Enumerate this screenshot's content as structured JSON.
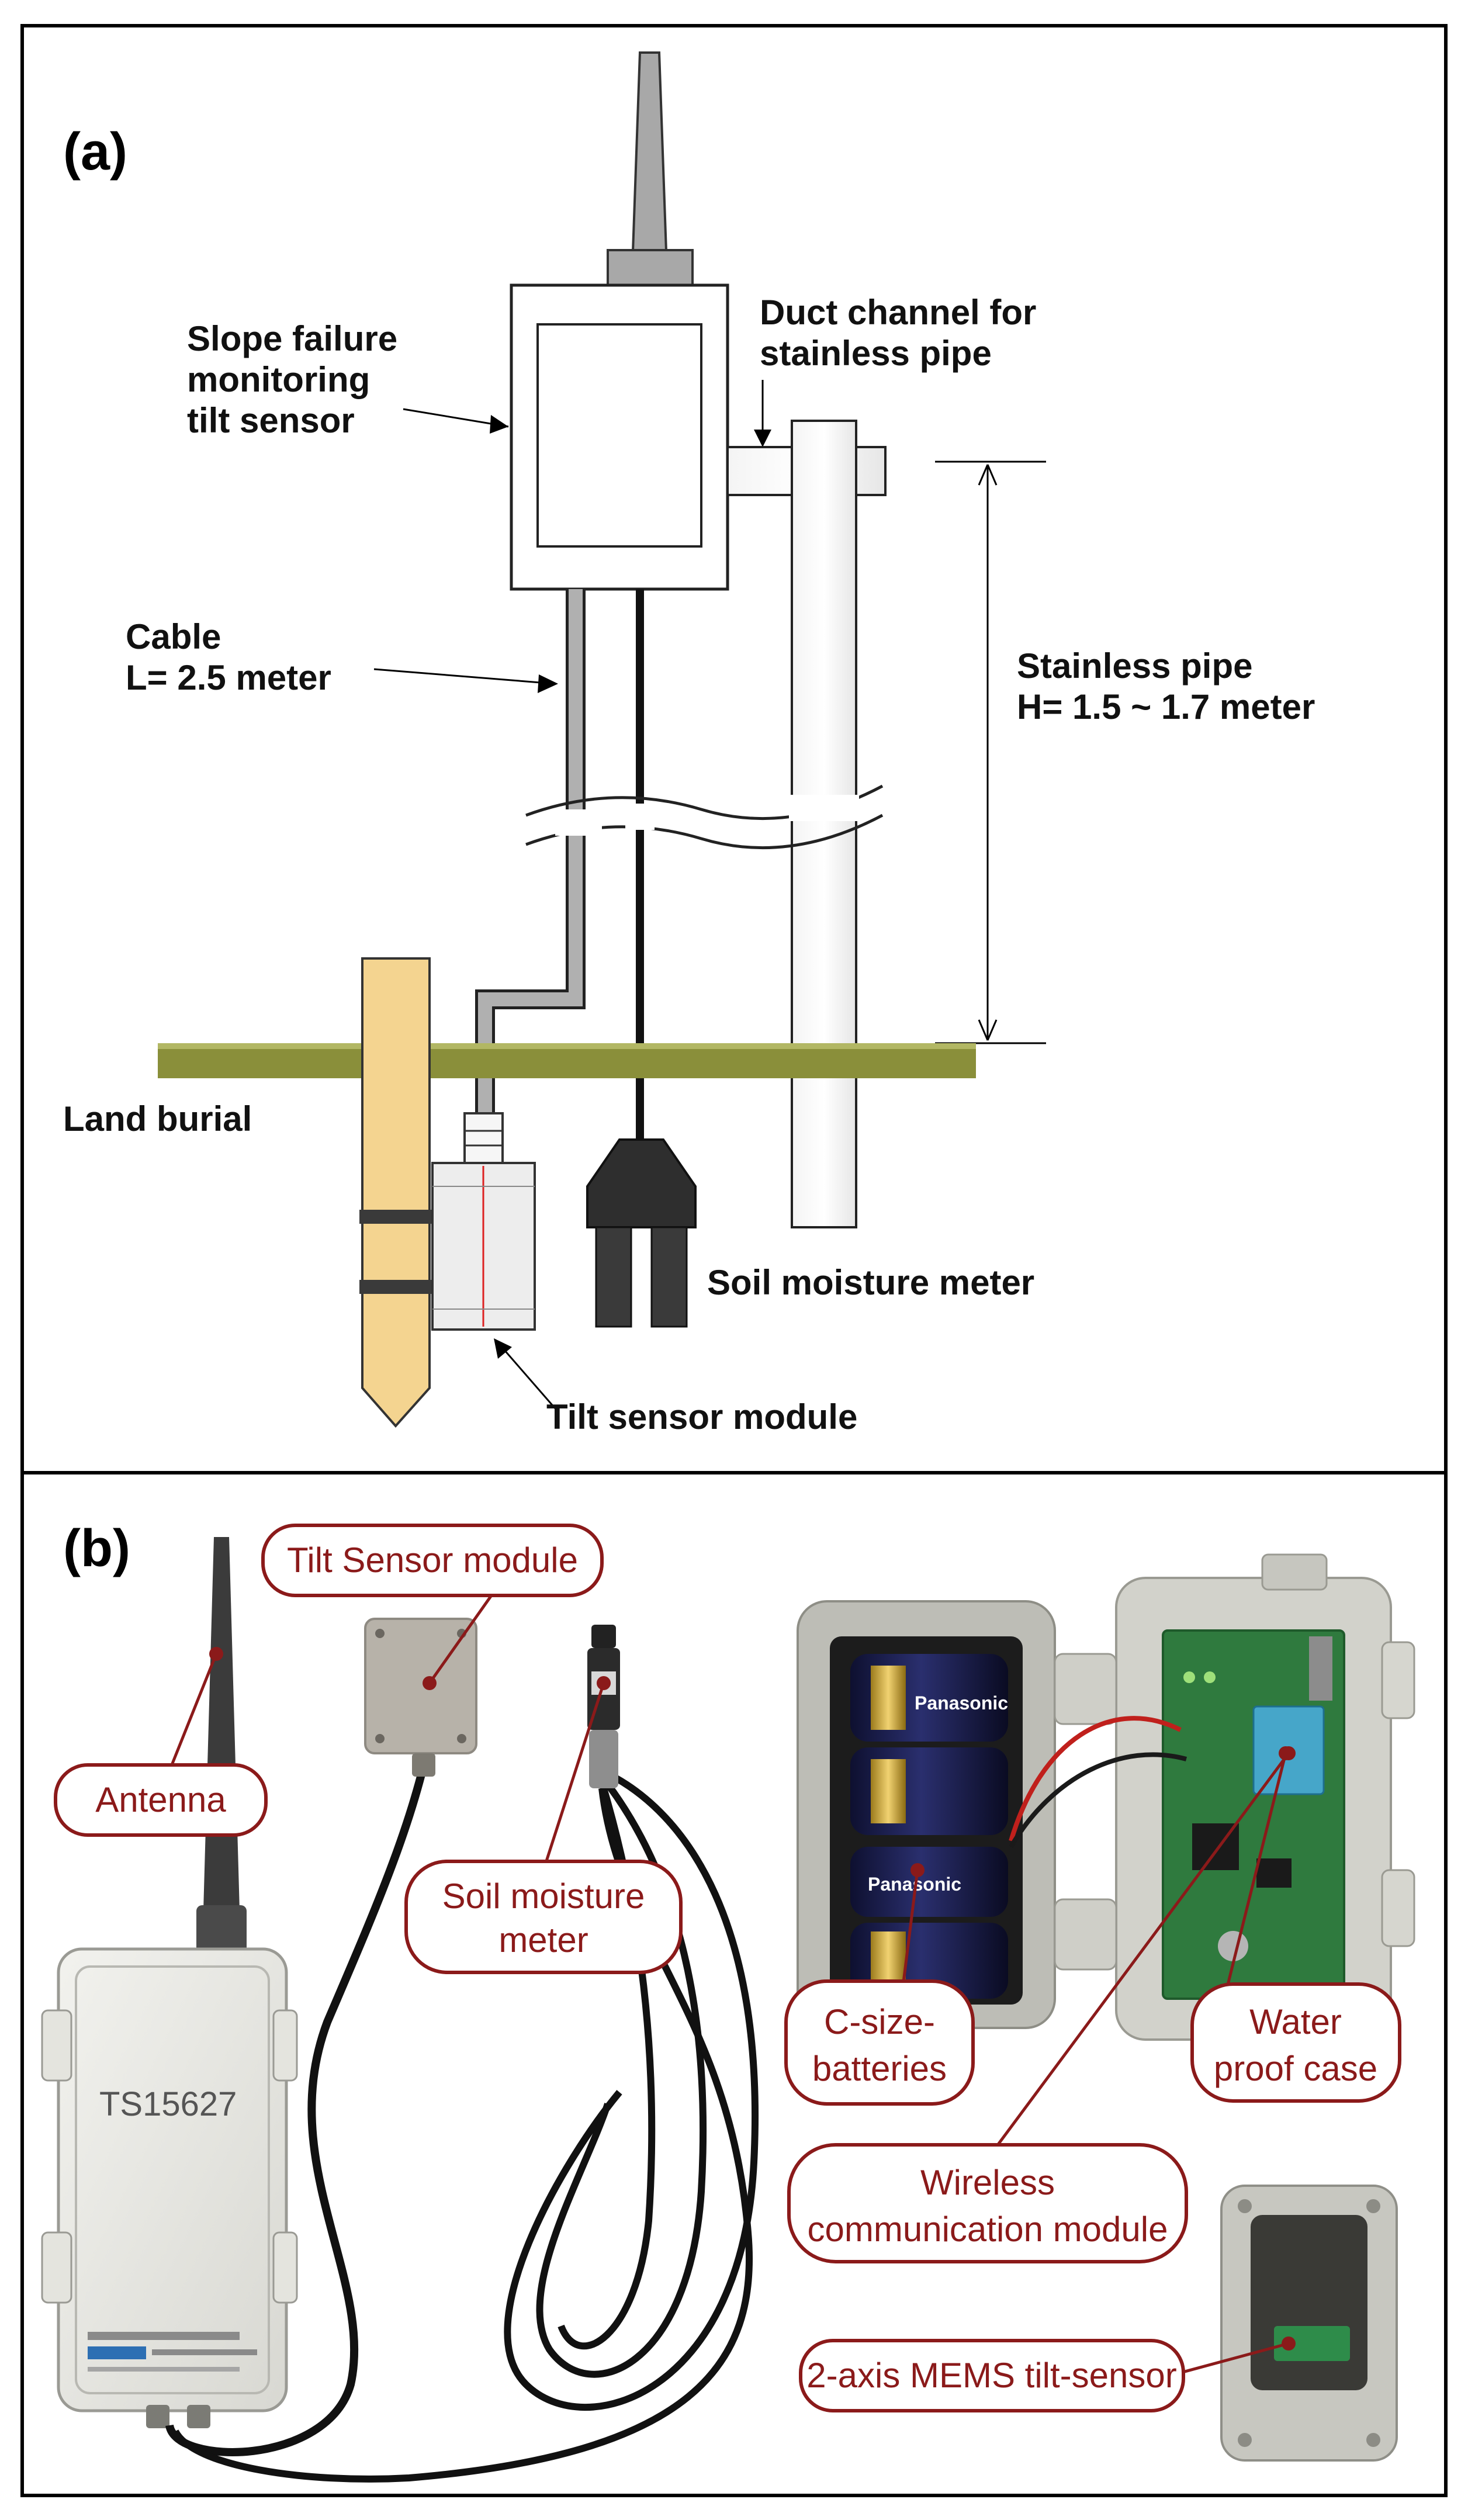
{
  "panel_a": {
    "tag": "(a)",
    "labels": {
      "slope_line1": "Slope  failure",
      "slope_line2": "monitoring",
      "slope_line3": "tilt sensor",
      "duct_line1": "Duct channel for",
      "duct_line2": "stainless pipe",
      "cable_line1": "Cable",
      "cable_line2": "L= 2.5 meter",
      "pipe_line1": "Stainless pipe",
      "pipe_line2": "H= 1.5 ~ 1.7 meter",
      "land_burial": "Land burial",
      "soil_moisture": "Soil moisture meter",
      "tilt_module": "Tilt sensor module"
    }
  },
  "panel_b": {
    "tag": "(b)",
    "callouts": {
      "tilt_sensor_module": "Tilt Sensor module",
      "antenna": "Antenna",
      "soil_line1": "Soil moisture",
      "soil_line2": "meter",
      "batteries_line1": "C-size-",
      "batteries_line2": "batteries",
      "water_line1": "Water",
      "water_line2": "proof case",
      "wireless_line1": "Wireless",
      "wireless_line2": "communication module",
      "mems": "2-axis MEMS tilt-sensor"
    },
    "device": {
      "model_text": "TS15627",
      "brand_text": "Panasonic"
    }
  }
}
